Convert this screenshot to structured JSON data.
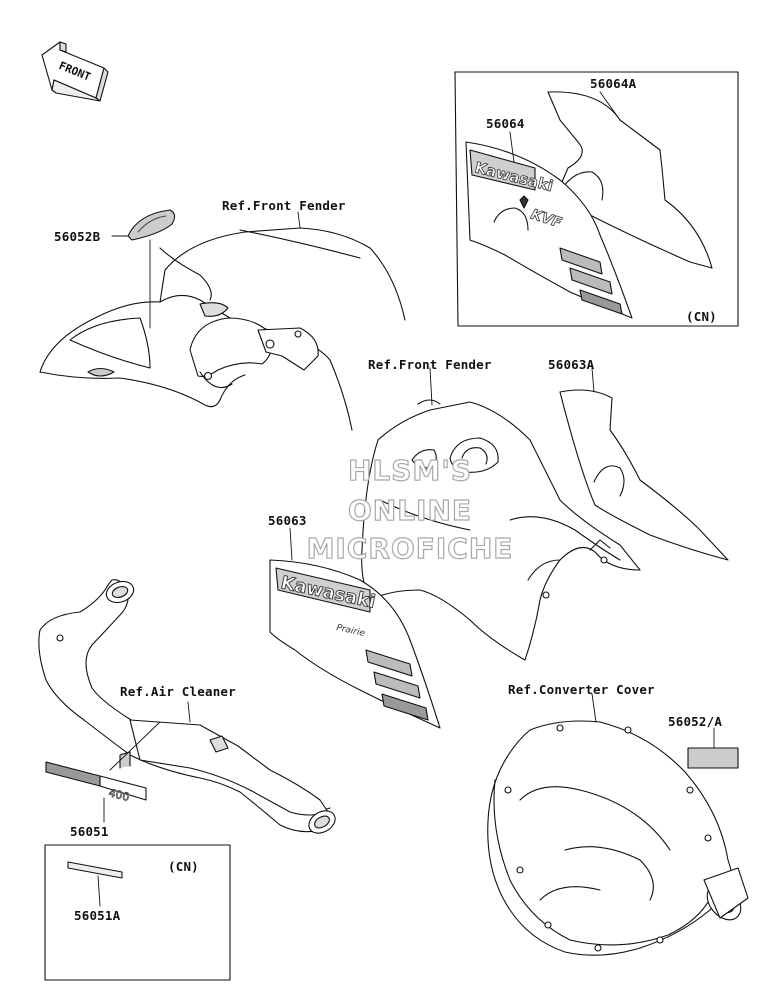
{
  "labels": {
    "part_56064A": "56064A",
    "part_56064": "56064",
    "part_56052B": "56052B",
    "part_56063A": "56063A",
    "part_56063": "56063",
    "part_56051": "56051",
    "part_56051A": "56051A",
    "part_56052A": "56052/A",
    "ref_front_fender_1": "Ref.Front Fender",
    "ref_front_fender_2": "Ref.Front Fender",
    "ref_air_cleaner": "Ref.Air Cleaner",
    "ref_converter_cover": "Ref.Converter Cover",
    "cn_1": "(CN)",
    "cn_2": "(CN)",
    "front_arrow": "FRONT"
  },
  "decals": {
    "brand": "Kawasaki",
    "model_top": "KVF",
    "model_cn": "Prairie",
    "number": "400"
  },
  "watermark": {
    "line1": "HLSM'S",
    "line2": "ONLINE",
    "line3": "MICROFICHE"
  }
}
